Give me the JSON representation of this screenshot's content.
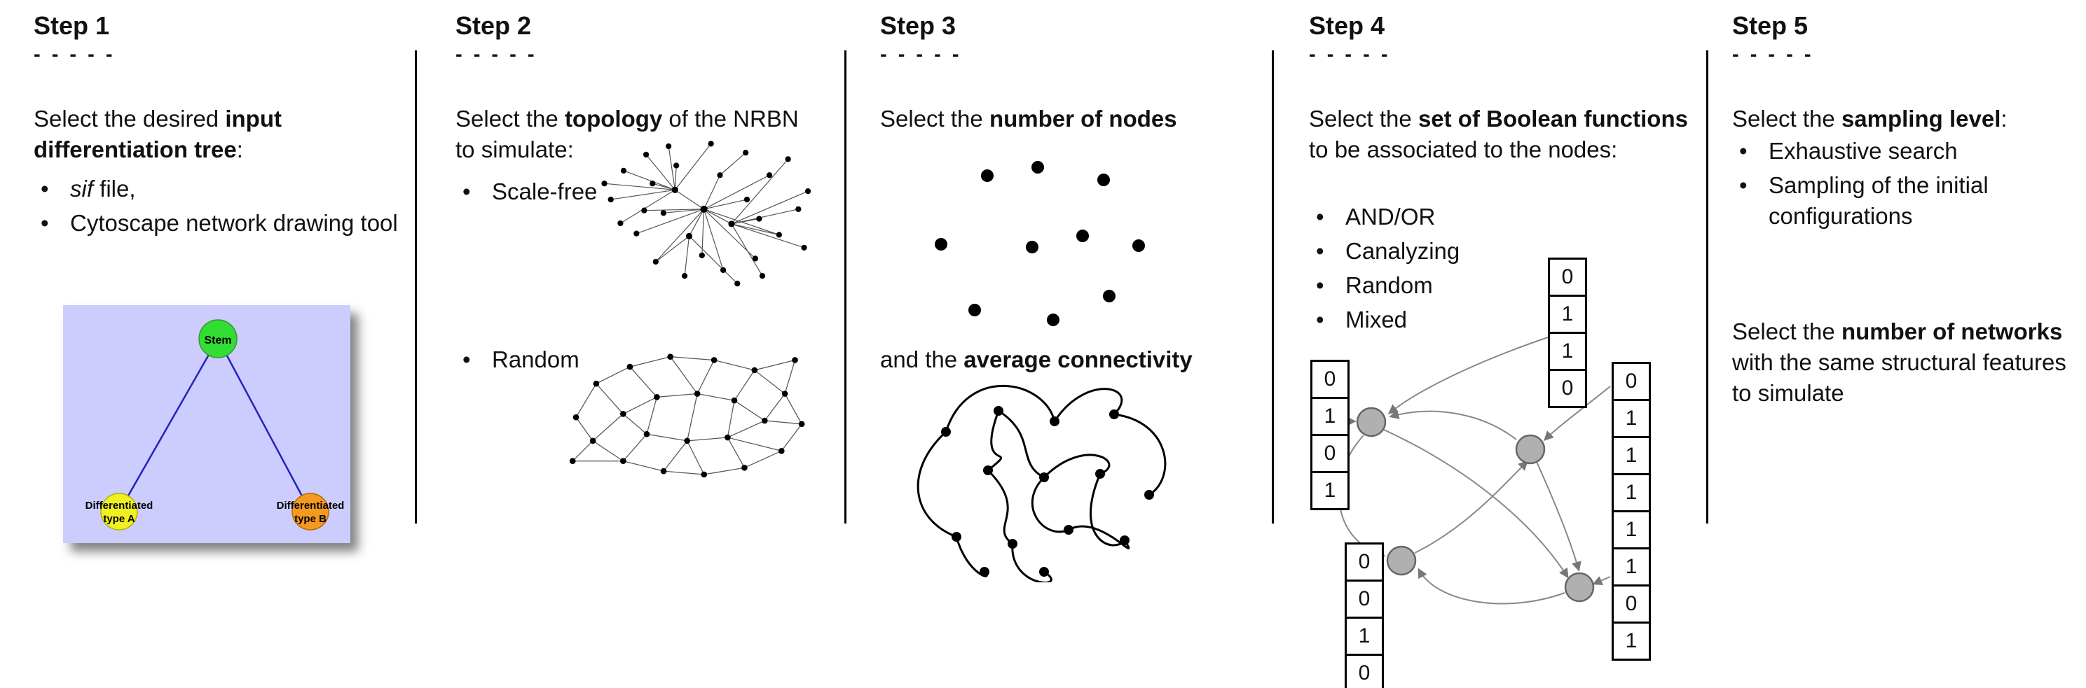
{
  "steps": [
    {
      "title": "Step 1",
      "dashes": "- - - - -",
      "intro_pre": "Select the desired ",
      "intro_bold": "input differentiation tree",
      "intro_post": ":",
      "bullet1_italic": "sif",
      "bullet1_rest": " file,",
      "bullet2": "Cytoscape network drawing tool",
      "tree": {
        "stem_label": "Stem",
        "type_a_line1": "Differentiated",
        "type_a_line2": "type A",
        "type_b_line1": "Differentiated",
        "type_b_line2": "type B",
        "colors": {
          "background": "#ccccff",
          "stem": "#33dd33",
          "type_a": "#f0f022",
          "type_b": "#f59a1f",
          "edge": "#2222bb"
        }
      }
    },
    {
      "title": "Step 2",
      "dashes": "- - - - -",
      "intro_pre": "Select the ",
      "intro_bold": "topology",
      "intro_post": " of the NRBN to simulate:",
      "bullets": [
        "Scale-free",
        "Random"
      ]
    },
    {
      "title": "Step 3",
      "dashes": "- - - - -",
      "intro_pre": "Select the ",
      "intro_bold": "number of nodes",
      "second_pre": "and the ",
      "second_bold": "average connectivity"
    },
    {
      "title": "Step 4",
      "dashes": "- - - - -",
      "intro_pre": "Select the ",
      "intro_bold": "set of Boolean functions",
      "intro_post": " to be associated to the nodes:",
      "bullets": [
        "AND/OR",
        "Canalyzing",
        "Random",
        "Mixed"
      ],
      "tables": {
        "left": [
          "0",
          "1",
          "0",
          "1"
        ],
        "top": [
          "0",
          "1",
          "1",
          "0"
        ],
        "right": [
          "0",
          "1",
          "1",
          "1",
          "1",
          "1",
          "0",
          "1"
        ],
        "bottom": [
          "0",
          "0",
          "1",
          "0"
        ]
      }
    },
    {
      "title": "Step 5",
      "dashes": "- - - - -",
      "intro_pre": "Select the ",
      "intro_bold": "sampling level",
      "intro_post": ":",
      "bullets": [
        "Exhaustive search",
        "Sampling of the initial configurations"
      ],
      "second_pre": "Select the ",
      "second_bold": "number of networks",
      "second_post": " with the same structural features to simulate"
    }
  ]
}
